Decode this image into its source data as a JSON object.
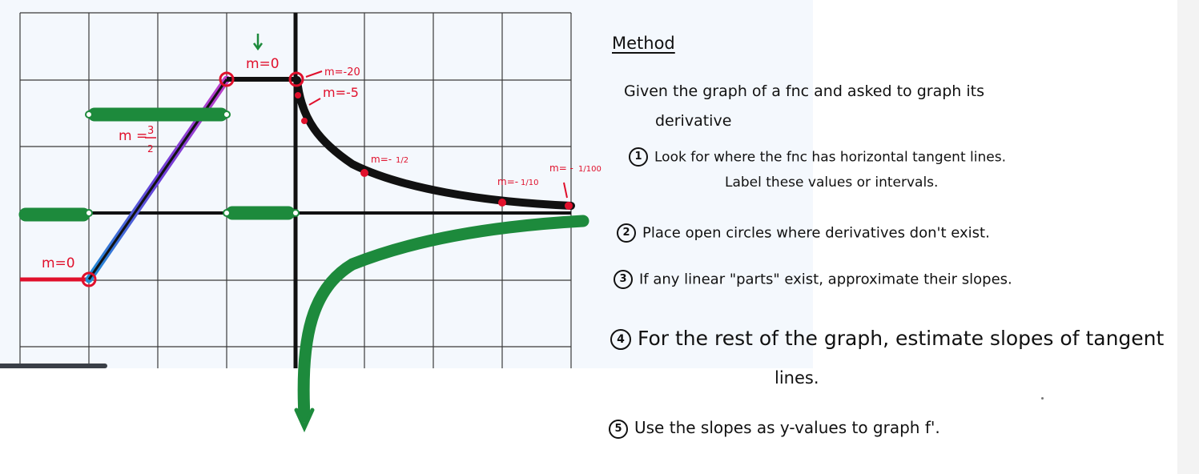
{
  "colors": {
    "function_curve": "#111111",
    "derivative": "#1d8a3c",
    "annotation": "#e0102c",
    "grid": "#3a3a3a",
    "slope_gradient": [
      "#1f8fd6",
      "#6b3fd9",
      "#c03fc9"
    ]
  },
  "graph": {
    "labels": {
      "m_top": "m=0",
      "m_left": "m=0",
      "m_slope_num": "3",
      "m_slope_den": "2",
      "m_slope_prefix": "m =",
      "m_neg20": "m=-20",
      "m_neg5": "m=-5",
      "m_neg_half": "m=-",
      "m_neg_half_frac": "1/2",
      "m_neg_tenth": "m=-",
      "m_neg_tenth_frac": "1/10",
      "m_neg_hundredth": "m= -",
      "m_neg_hundredth_frac": "1/100"
    }
  },
  "method": {
    "title": "Method",
    "intro_line1": "Given the graph of a fnc and asked to graph its",
    "intro_line2": "derivative",
    "step1_num": "1",
    "step1_text": "Look for where the fnc has horizontal tangent lines.",
    "step1_sub": "Label these values or intervals.",
    "step2_num": "2",
    "step2_text": "Place open circles where derivatives don't exist.",
    "step3_num": "3",
    "step3_text": "If any linear \"parts\" exist, approximate their slopes.",
    "step4_num": "4",
    "step4_text": "For the rest of the graph, estimate slopes of tangent",
    "step4_sub": "lines.",
    "step5_num": "5",
    "step5_text": "Use the slopes as y-values to graph f'."
  }
}
